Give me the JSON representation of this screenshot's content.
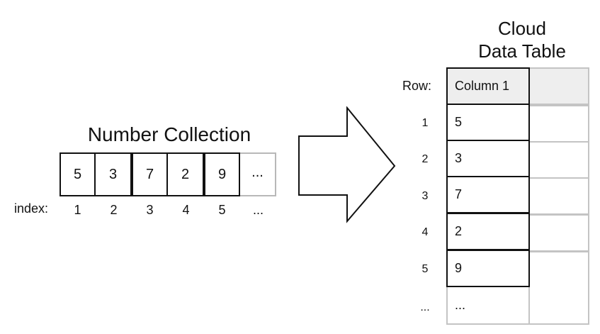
{
  "collection": {
    "title": "Number Collection",
    "index_label": "index:",
    "values": [
      "5",
      "3",
      "7",
      "2",
      "9"
    ],
    "more_value": "...",
    "indices": [
      "1",
      "2",
      "3",
      "4",
      "5"
    ],
    "more_index": "..."
  },
  "table": {
    "title_line1": "Cloud",
    "title_line2": "Data Table",
    "row_header": "Row:",
    "column_header": "Column 1",
    "rows": [
      {
        "row": "1",
        "value": "5"
      },
      {
        "row": "2",
        "value": "3"
      },
      {
        "row": "3",
        "value": "7"
      },
      {
        "row": "4",
        "value": "2"
      },
      {
        "row": "5",
        "value": "9"
      }
    ],
    "more_row": "...",
    "more_value": "..."
  },
  "colors": {
    "solid_border": "#111111",
    "faded_border": "#c4c4c4",
    "header_fill": "#eeeeee"
  }
}
